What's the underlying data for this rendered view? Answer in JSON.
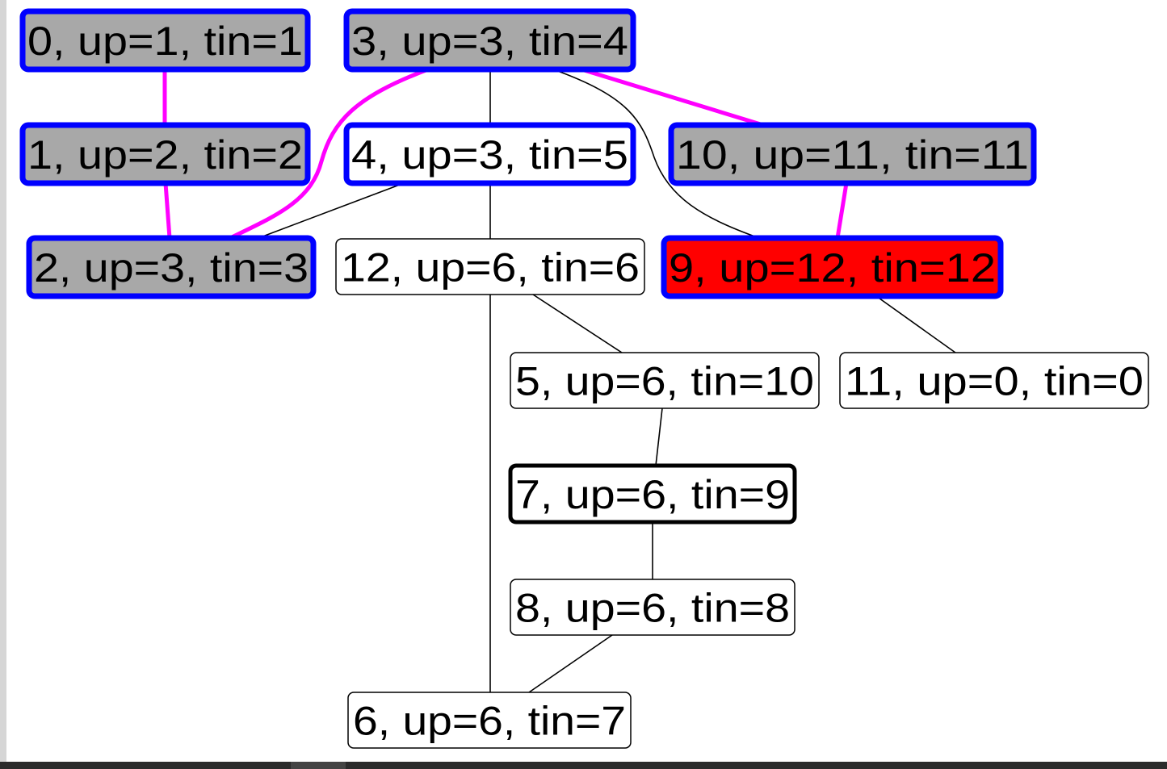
{
  "graph": {
    "colors": {
      "background": "#ffffff",
      "visited_fill": "#a8a8a8",
      "current_fill": "#ff0000",
      "default_fill": "#ffffff",
      "stack_border": "#0000ff",
      "default_border": "#000000",
      "tree_edge": "#ff00ff",
      "plain_edge": "#000000"
    },
    "nodes": [
      {
        "id": "0",
        "label": "0, up=1, tin=1",
        "state": "visited"
      },
      {
        "id": "3",
        "label": "3, up=3, tin=4",
        "state": "visited"
      },
      {
        "id": "1",
        "label": "1, up=2, tin=2",
        "state": "visited"
      },
      {
        "id": "4",
        "label": "4, up=3, tin=5",
        "state": "stack"
      },
      {
        "id": "10",
        "label": "10, up=11, tin=11",
        "state": "visited"
      },
      {
        "id": "2",
        "label": "2, up=3, tin=3",
        "state": "visited"
      },
      {
        "id": "12",
        "label": "12, up=6, tin=6",
        "state": "default"
      },
      {
        "id": "9",
        "label": "9, up=12, tin=12",
        "state": "current"
      },
      {
        "id": "5",
        "label": "5, up=6, tin=10",
        "state": "default"
      },
      {
        "id": "11",
        "label": "11, up=0, tin=0",
        "state": "default"
      },
      {
        "id": "7",
        "label": "7, up=6, tin=9",
        "state": "bold"
      },
      {
        "id": "8",
        "label": "8, up=6, tin=8",
        "state": "default"
      },
      {
        "id": "6",
        "label": "6, up=6, tin=7",
        "state": "default"
      }
    ],
    "edges": [
      {
        "from": "0",
        "to": "1",
        "kind": "tree"
      },
      {
        "from": "1",
        "to": "2",
        "kind": "tree"
      },
      {
        "from": "3",
        "to": "2",
        "kind": "tree"
      },
      {
        "from": "3",
        "to": "10",
        "kind": "tree"
      },
      {
        "from": "10",
        "to": "9",
        "kind": "tree"
      },
      {
        "from": "3",
        "to": "4",
        "kind": "plain"
      },
      {
        "from": "3",
        "to": "9",
        "kind": "plain"
      },
      {
        "from": "4",
        "to": "2",
        "kind": "plain"
      },
      {
        "from": "4",
        "to": "12",
        "kind": "plain"
      },
      {
        "from": "12",
        "to": "5",
        "kind": "plain"
      },
      {
        "from": "12",
        "to": "6",
        "kind": "plain"
      },
      {
        "from": "9",
        "to": "11",
        "kind": "plain"
      },
      {
        "from": "5",
        "to": "7",
        "kind": "plain"
      },
      {
        "from": "7",
        "to": "8",
        "kind": "plain"
      },
      {
        "from": "8",
        "to": "6",
        "kind": "plain"
      }
    ]
  }
}
